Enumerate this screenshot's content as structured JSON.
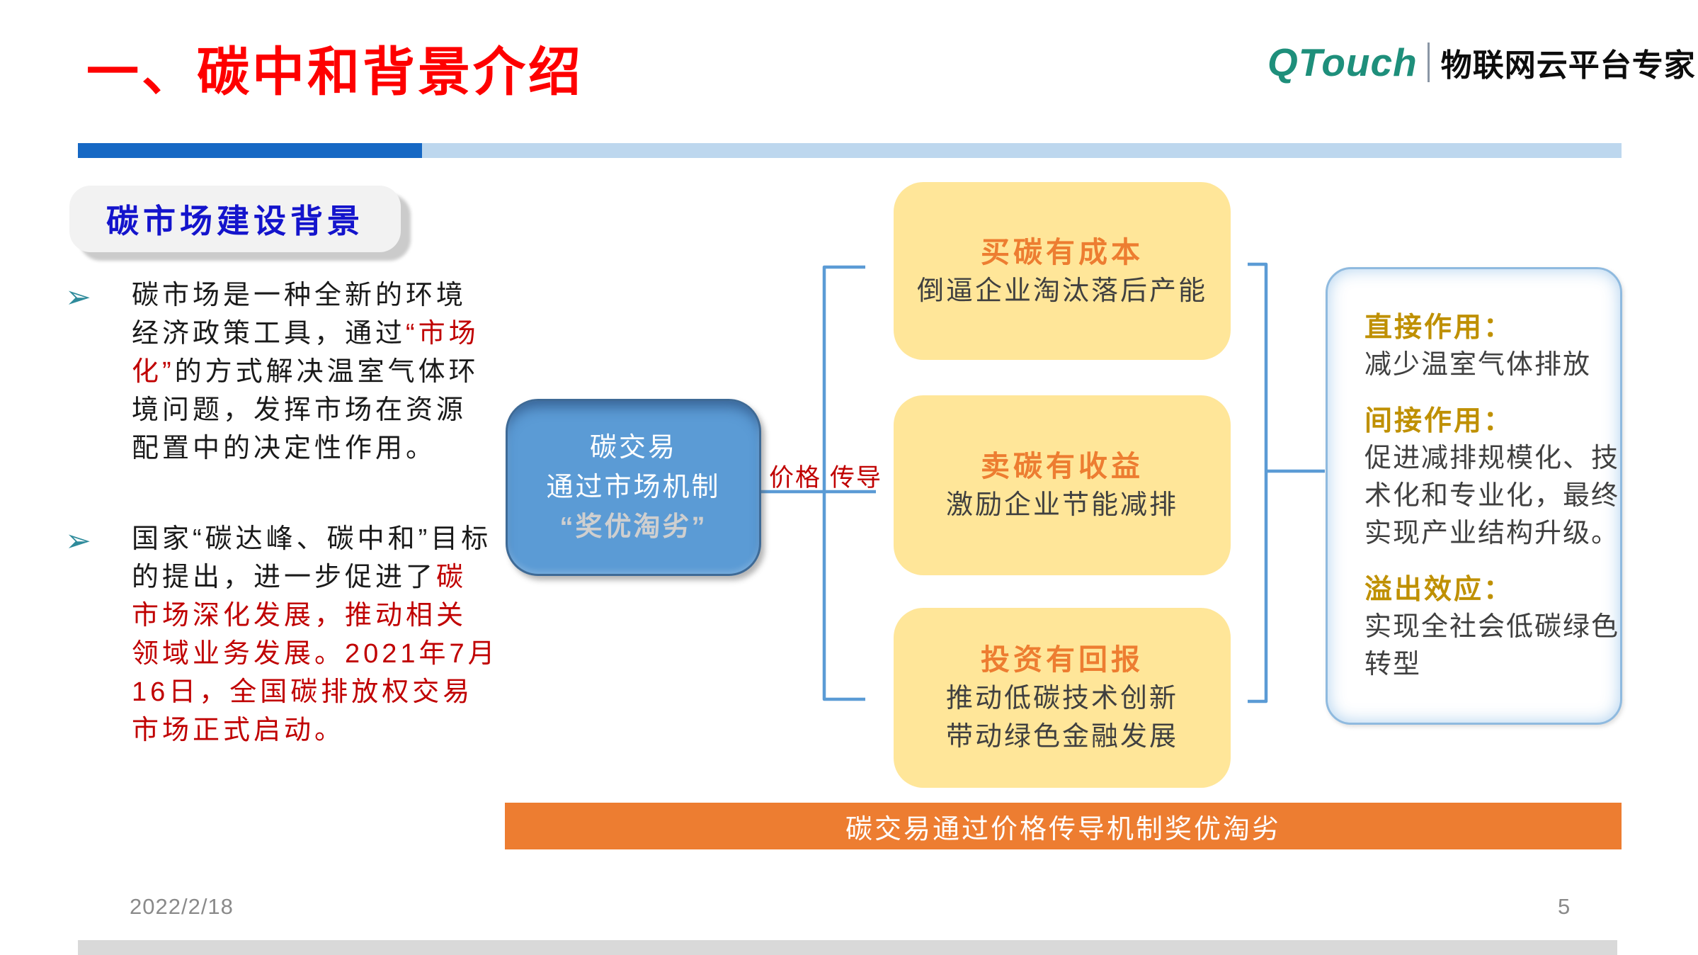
{
  "header": {
    "title": "一、碳中和背景介绍",
    "logo": {
      "brand": "QTouch",
      "tagline": "物联网云平台专家"
    }
  },
  "section_label": "碳市场建设背景",
  "icons": {
    "bullet_arrow": "➢"
  },
  "bullets": {
    "b1": {
      "l1": "碳市场是一种全新的环境",
      "l2a": "经济政策工具，通过",
      "l2b": "“市场",
      "l3a": "化”",
      "l3b": "的方式解决温室气体环",
      "l4": "境问题，发挥市场在资源",
      "l5": "配置中的决定性作用。"
    },
    "b2": {
      "l1": "国家“碳达峰、碳中和”目标",
      "l2a": "的提出，进一步促进了",
      "l2b": "碳",
      "l3": "市场深化发展，推动相关",
      "l4": "领域业务发展。2021年7月",
      "l5": "16日，全国碳排放权交易",
      "l6": "市场正式启动。"
    }
  },
  "diagram": {
    "source_box": {
      "l1": "碳交易",
      "l2": "通过市场机制",
      "l3": "“奖优淘劣”"
    },
    "connector": {
      "label_left": "价格",
      "label_right": "传导"
    },
    "outcome_boxes": [
      {
        "title": "买碳有成本",
        "lines": [
          "倒逼企业淘汰落后产能"
        ]
      },
      {
        "title": "卖碳有收益",
        "lines": [
          "激励企业节能减排"
        ]
      },
      {
        "title": "投资有回报",
        "lines": [
          "推动低碳技术创新",
          "带动绿色金融发展"
        ]
      }
    ],
    "effects_box": {
      "s1_title": "直接作用：",
      "s1_body": "减少温室气体排放",
      "s2_title": "间接作用：",
      "s2_l1": "促进减排规模化、技",
      "s2_l2": "术化和专业化，最终",
      "s2_l3": "实现产业结构升级。",
      "s3_title": "溢出效应：",
      "s3_l1": "实现全社会低碳绿色",
      "s3_l2": "转型"
    },
    "banner": "碳交易通过价格传导机制奖优淘劣"
  },
  "footer": {
    "date": "2022/2/18",
    "page": "5"
  },
  "colors": {
    "title_red": "#FE0000",
    "bar_dark": "#1668C4",
    "bar_light": "#BDD7EE",
    "label_blue": "#1414CC",
    "red_text": "#C00000",
    "bullet_teal": "#2E8B9B",
    "box_blue_fill": "#5B9BD5",
    "box_blue_border": "#3E6A96",
    "connector_blue": "#5B9BD5",
    "yellow_fill": "#FFE699",
    "orange_heading": "#ED7D31",
    "banner_orange": "#ED7D31",
    "gold": "#BF9000",
    "body_gray": "#404040",
    "brand_teal": "#1E8F7B",
    "footer_gray": "#8A8A8A",
    "bottombar_gray": "#D9D9D9"
  }
}
